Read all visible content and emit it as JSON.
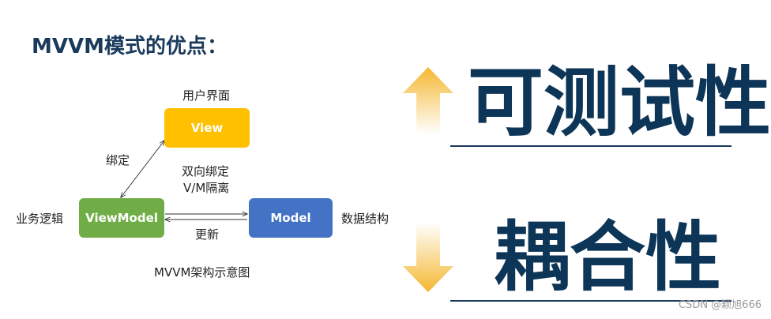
{
  "title": "MVVM模式的优点：",
  "diagram": {
    "view_top_label": "用户界面",
    "view_box": "View",
    "bind_label": "绑定",
    "two_way_line1": "双向绑定",
    "two_way_line2": "V/M隔离",
    "viewmodel_side_label": "业务逻辑",
    "viewmodel_box": "ViewModel",
    "model_box": "Model",
    "model_side_label": "数据结构",
    "update_label": "更新",
    "caption": "MVVM架构示意图"
  },
  "benefits": {
    "testability": "可测试性",
    "coupling": "耦合性"
  },
  "watermark": "CSDN @颖旭666",
  "colors": {
    "view": "#ffc000",
    "viewmodel": "#70ad47",
    "model": "#4472c4",
    "heading": "#0d3557",
    "arrow": "#f5b731"
  }
}
